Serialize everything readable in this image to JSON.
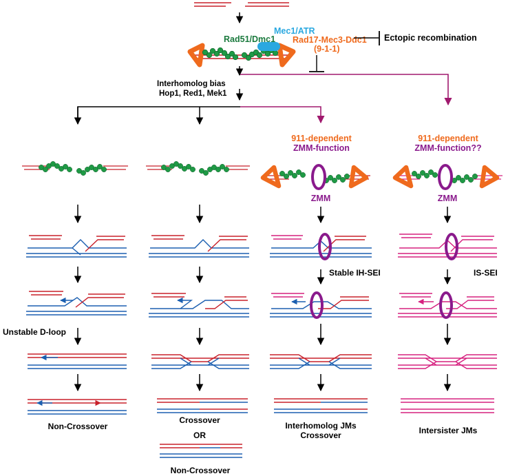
{
  "colors": {
    "red": "#c8202a",
    "blue": "#1b5fb0",
    "pink": "#d6207f",
    "purple": "#8a1a8c",
    "orange": "#ef6a1d",
    "green": "#1f9a45",
    "cyan": "#2aa8e0",
    "black": "#000000"
  },
  "labels": {
    "rad51": "Rad51/Dmc1",
    "mec1": "Mec1/ATR",
    "rad17": "Rad17-Mec3-Ddc1",
    "nine11": "(9-1-1)",
    "ectopic": "Ectopic recombination",
    "bias1": "Interhomolog bias",
    "bias2": "Hop1, Red1, Mek1",
    "col3_h1": "911-dependent",
    "col3_h2": "ZMM-function",
    "col4_h1": "911-dependent",
    "col4_h2": "ZMM-function??",
    "zmm3": "ZMM",
    "zmm4": "ZMM",
    "stable": "Stable IH-SEI",
    "issei": "IS-SEI",
    "unstable": "Unstable D-loop",
    "noncross1": "Non-Crossover",
    "crossover2": "Crossover",
    "or": "OR",
    "noncross2": "Non-Crossover",
    "ihjm1": "Interhomolog JMs",
    "ihjm2": "Crossover",
    "isjm": "Intersister JMs"
  }
}
